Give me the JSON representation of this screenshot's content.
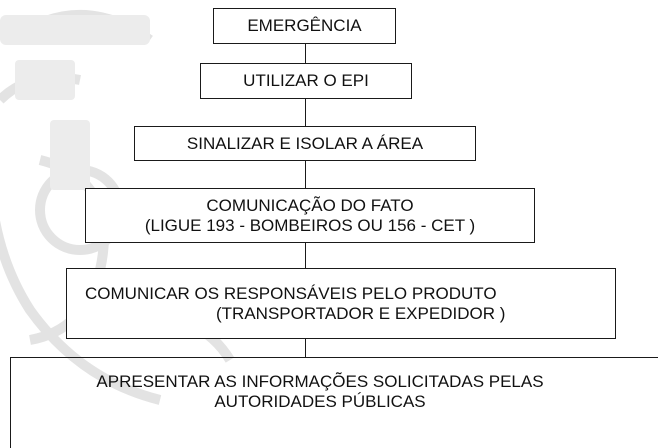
{
  "flow": {
    "step1": "EMERGÊNCIA",
    "step2": "UTILIZAR O EPI",
    "step3": "SINALIZAR E ISOLAR A ÁREA",
    "step4": {
      "line1": "COMUNICAÇÃO DO FATO",
      "line2": "(LIGUE 193 - BOMBEIROS OU 156 - CET )"
    },
    "step5": {
      "line1": "COMUNICAR OS RESPONSÁVEIS PELO PRODUTO",
      "line2": "(TRANSPORTADOR E EXPEDIDOR )"
    },
    "step6": {
      "line1": "APRESENTAR AS INFORMAÇÕES SOLICITADAS PELAS",
      "line2": "AUTORIDADES PÚBLICAS"
    }
  },
  "colors": {
    "border": "#1a1a1a",
    "watermark": "#e3e3e3"
  },
  "icons": {
    "watermark": "coat-of-arms-watermark"
  }
}
